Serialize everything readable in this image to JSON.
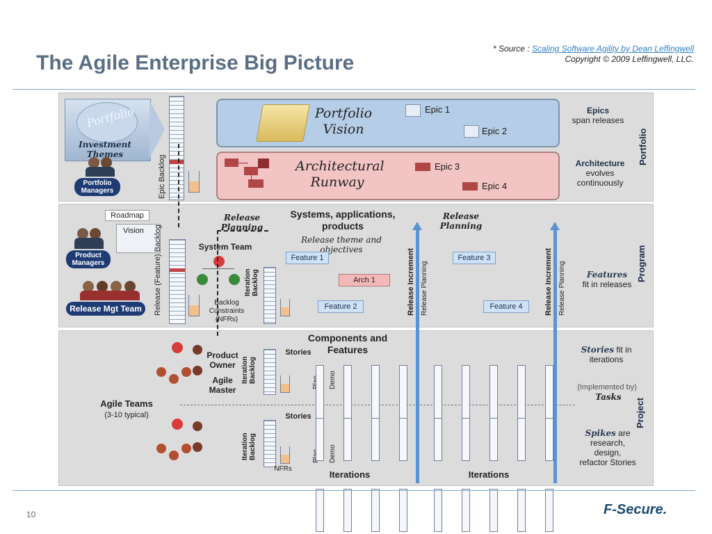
{
  "slide": {
    "title": "The Agile Enterprise Big Picture",
    "source_prefix": "* Source : ",
    "source_link": "Scaling Software Agility by Dean Leffingwell",
    "copyright": "Copyright © 2009 Leffingwell, LLC.",
    "page_number": "10",
    "logo": "F-Secure."
  },
  "portfolio": {
    "side_label": "Portfolio",
    "investment_label": "Investment Themes",
    "portfolio_wm": "Portfolio",
    "managers_label": "Portfolio Managers",
    "epic_backlog_label": "Epic Backlog",
    "vision_title": "Portfolio Vision",
    "runway_title": "Architectural Runway",
    "epics": [
      "Epic 1",
      "Epic 2",
      "Epic 3",
      "Epic 4"
    ],
    "right_epics": "Epics",
    "right_epics_rest": "span releases",
    "right_arch": "Architecture",
    "right_arch_rest": "evolves continuously"
  },
  "program": {
    "side_label": "Program",
    "roadmap": "Roadmap",
    "vision": "Vision",
    "product_managers": "Product Managers",
    "release_mgt": "Release Mgt Team",
    "release_backlog": "Release (Feature) Backlog",
    "release_planning_1": "Release Planning",
    "system_team": "System Team",
    "backlog_constraints": "Backlog Constraints (NFRs)",
    "iteration_backlog": "Iteration Backlog",
    "systems_title": "Systems, applications, products",
    "release_theme": "Release theme and objectives",
    "release_planning_2": "Release Planning",
    "features": [
      "Feature 1",
      "Feature 2",
      "Feature 3",
      "Feature 4"
    ],
    "arch1": "Arch 1",
    "release_increment": "Release Increment",
    "release_planning_v": "Release Planning",
    "right_features": "Features",
    "right_features_rest": "fit in releases"
  },
  "project": {
    "side_label": "Project",
    "product_owner": "Product Owner",
    "agile_master": "Agile Master",
    "agile_teams": "Agile Teams",
    "agile_teams_sub": "(3-10 typical)",
    "iteration_backlog": "Iteration Backlog",
    "components_title": "Components and Features",
    "stories": "Stories",
    "plan": "Plan",
    "demo": "Demo",
    "nfrs": "NFRs",
    "iterations": "Iterations",
    "right_stories": "Stories",
    "right_stories_rest": "fit in iterations",
    "implemented_by": "(Implemented by)",
    "tasks": "Tasks",
    "right_spikes": "Spikes",
    "right_spikes_rest": "are research, design, refactor Stories"
  }
}
